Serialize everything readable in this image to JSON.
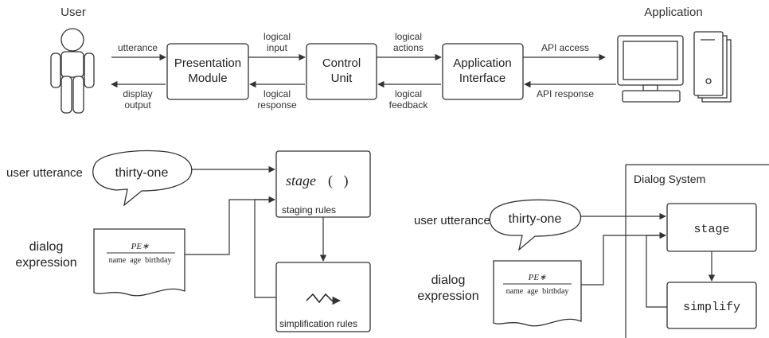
{
  "architecture": {
    "user_label": "User",
    "application_label": "Application",
    "presentation_module": [
      "Presentation",
      "Module"
    ],
    "control_unit": [
      "Control",
      "Unit"
    ],
    "application_interface": [
      "Application",
      "Interface"
    ],
    "edges": {
      "utterance": "utterance",
      "display_output": [
        "display",
        "output"
      ],
      "logical_input": [
        "logical",
        "input"
      ],
      "logical_response": [
        "logical",
        "response"
      ],
      "logical_actions": [
        "logical",
        "actions"
      ],
      "logical_feedback": [
        "logical",
        "feedback"
      ],
      "api_access": "API access",
      "api_response": "API response"
    }
  },
  "left_example": {
    "user_utterance_label": "user utterance",
    "utterance_bubble": "thirty-one",
    "dialog_expression_label": [
      "dialog",
      "expression"
    ],
    "doc_top": "PE∗",
    "doc_bottom": "name  age  birthday",
    "stage_call": "stage",
    "stage_parens": "(   )",
    "staging_rules": "staging rules",
    "simplification_rules": "simplification rules"
  },
  "right_example": {
    "dialog_system_label": "Dialog System",
    "user_utterance_label": "user utterance",
    "utterance_bubble": "thirty-one",
    "dialog_expression_label": [
      "dialog",
      "expression"
    ],
    "doc_top": "PE∗",
    "doc_bottom": "name  age  birthday",
    "stage_label": "stage",
    "simplify_label": "simplify"
  }
}
